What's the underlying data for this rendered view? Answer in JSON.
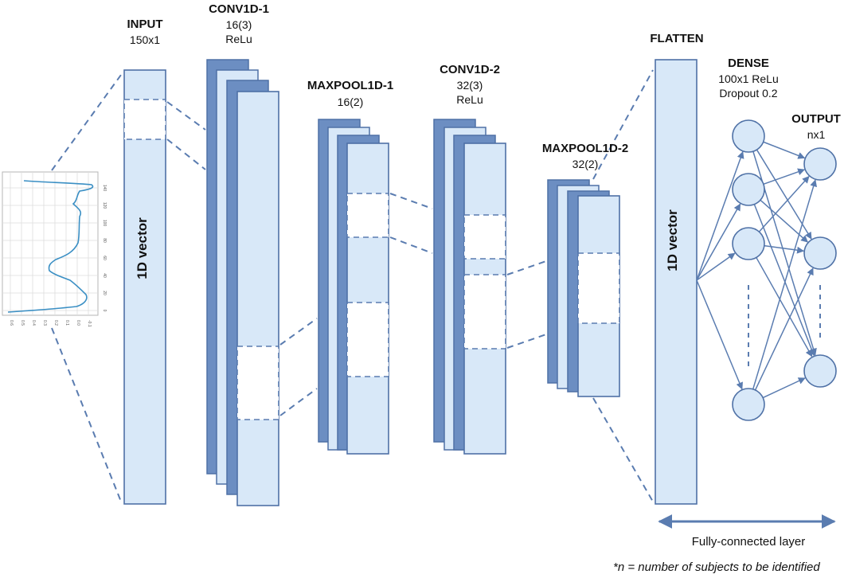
{
  "layers": {
    "input": {
      "title": "INPUT",
      "size": "150x1",
      "vector_label": "1D vector"
    },
    "conv1": {
      "title": "CONV1D-1",
      "params": "16(3)",
      "activation": "ReLu"
    },
    "pool1": {
      "title": "MAXPOOL1D-1",
      "params": "16(2)"
    },
    "conv2": {
      "title": "CONV1D-2",
      "params": "32(3)",
      "activation": "ReLu"
    },
    "pool2": {
      "title": "MAXPOOL1D-2",
      "params": "32(2)"
    },
    "flatten": {
      "title": "FLATTEN",
      "vector_label": "1D vector"
    },
    "dense": {
      "title": "DENSE",
      "params": "100x1 ReLu",
      "dropout": "Dropout 0.2"
    },
    "output": {
      "title": "OUTPUT",
      "size": "nx1"
    }
  },
  "fc_label": "Fully-connected layer",
  "footnote": "*n = number of subjects to be identified",
  "signal_plot": {
    "x_ticks": [
      "0.6",
      "0.5",
      "0.4",
      "0.3",
      "0.2",
      "0.1",
      "0.0",
      "-0.1"
    ],
    "y_ticks": [
      "140",
      "120",
      "100",
      "80",
      "60",
      "40",
      "20",
      "0"
    ],
    "line_color": "#3a8fc4"
  },
  "colors": {
    "dark": "#6c8ec2",
    "light": "#d8e8f8",
    "stroke": "#4f71a6",
    "dash": "#5a7cb0"
  }
}
